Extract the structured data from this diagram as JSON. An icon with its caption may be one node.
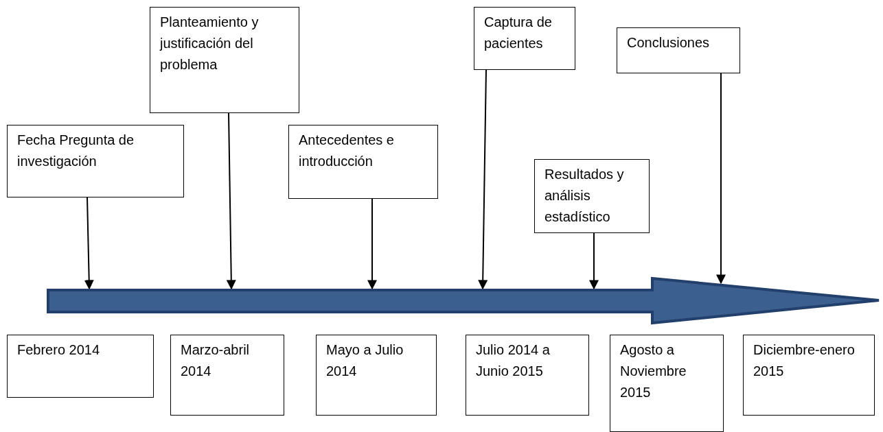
{
  "diagram": {
    "nodes": [
      {
        "text": [
          "Fecha Pregunta de investigación"
        ]
      },
      {
        "text": [
          "Planteamiento y justificación del problema"
        ]
      },
      {
        "text": [
          "Antecedentes e introducción"
        ]
      },
      {
        "text": [
          "Captura de pacientes"
        ]
      },
      {
        "text": [
          "Resultados y análisis estadístico"
        ]
      },
      {
        "text": [
          "Conclusiones"
        ]
      },
      {
        "text": [],
        "shape": "arrow"
      },
      {
        "text": [
          "Febrero 2014"
        ]
      },
      {
        "text": [
          "Marzo-abril 2014"
        ]
      },
      {
        "text": [
          "Mayo a Julio 2014"
        ]
      },
      {
        "text": [
          "Julio 2014 a Junio 2015"
        ]
      },
      {
        "text": [
          "Agosto a Noviembre 2015"
        ]
      },
      {
        "text": [
          "Diciembre-enero 2015"
        ]
      }
    ],
    "edges": [
      {
        "from": 0,
        "to": 6,
        "arrow": "to"
      },
      {
        "from": 1,
        "to": 6,
        "arrow": "to"
      },
      {
        "from": 2,
        "to": 6,
        "arrow": "to"
      },
      {
        "from": 3,
        "to": 6,
        "arrow": "to"
      },
      {
        "from": 4,
        "to": 6,
        "arrow": "to"
      },
      {
        "from": 5,
        "to": 6,
        "arrow": "to"
      }
    ]
  }
}
